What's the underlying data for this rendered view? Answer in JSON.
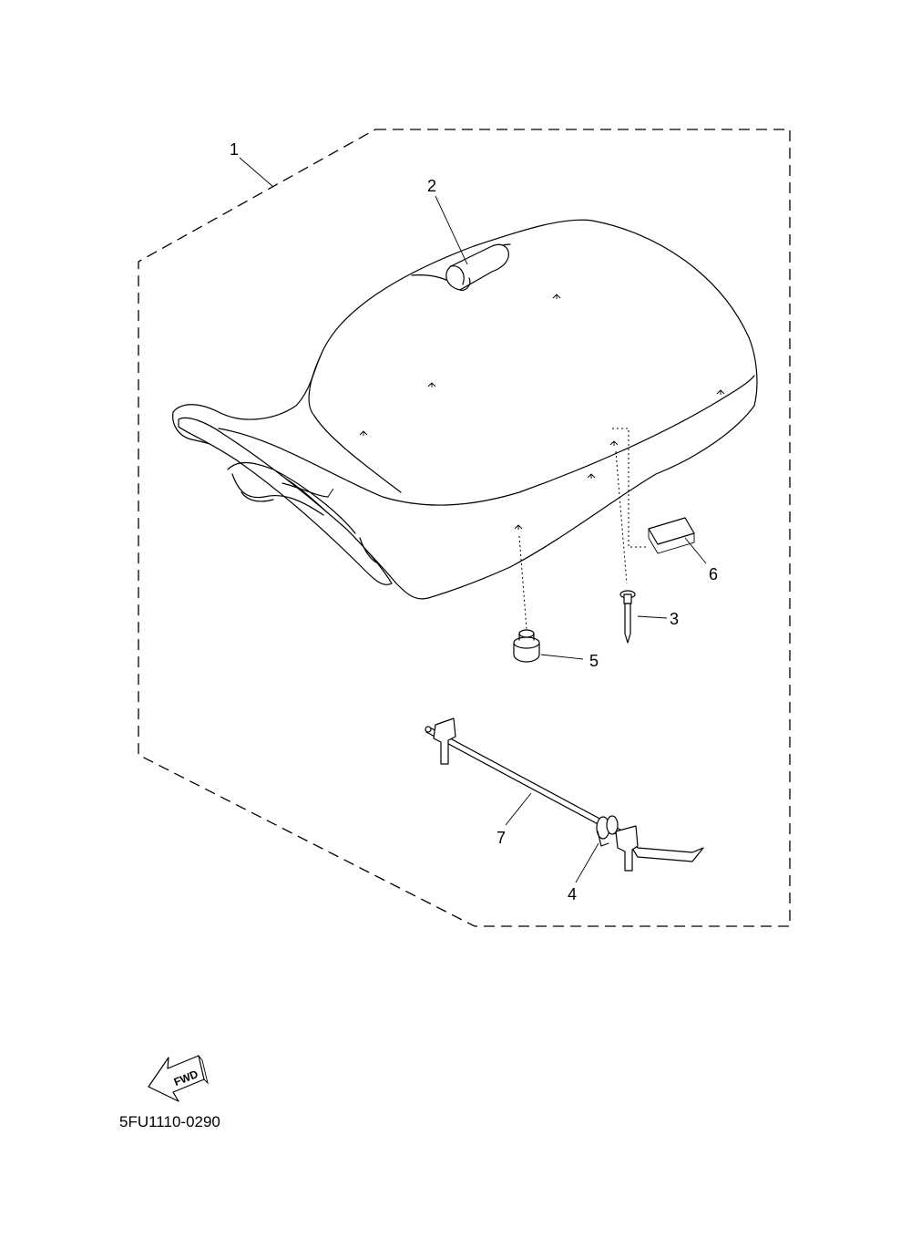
{
  "callouts": {
    "p1": "1",
    "p2": "2",
    "p3": "3",
    "p4": "4",
    "p5": "5",
    "p6": "6",
    "p7": "7"
  },
  "fwd_label": "FWD",
  "diagram_code": "5FU1110-0290",
  "icons": [
    "fwd-arrow-icon"
  ],
  "colors": {
    "line": "#000000",
    "background": "#ffffff"
  }
}
